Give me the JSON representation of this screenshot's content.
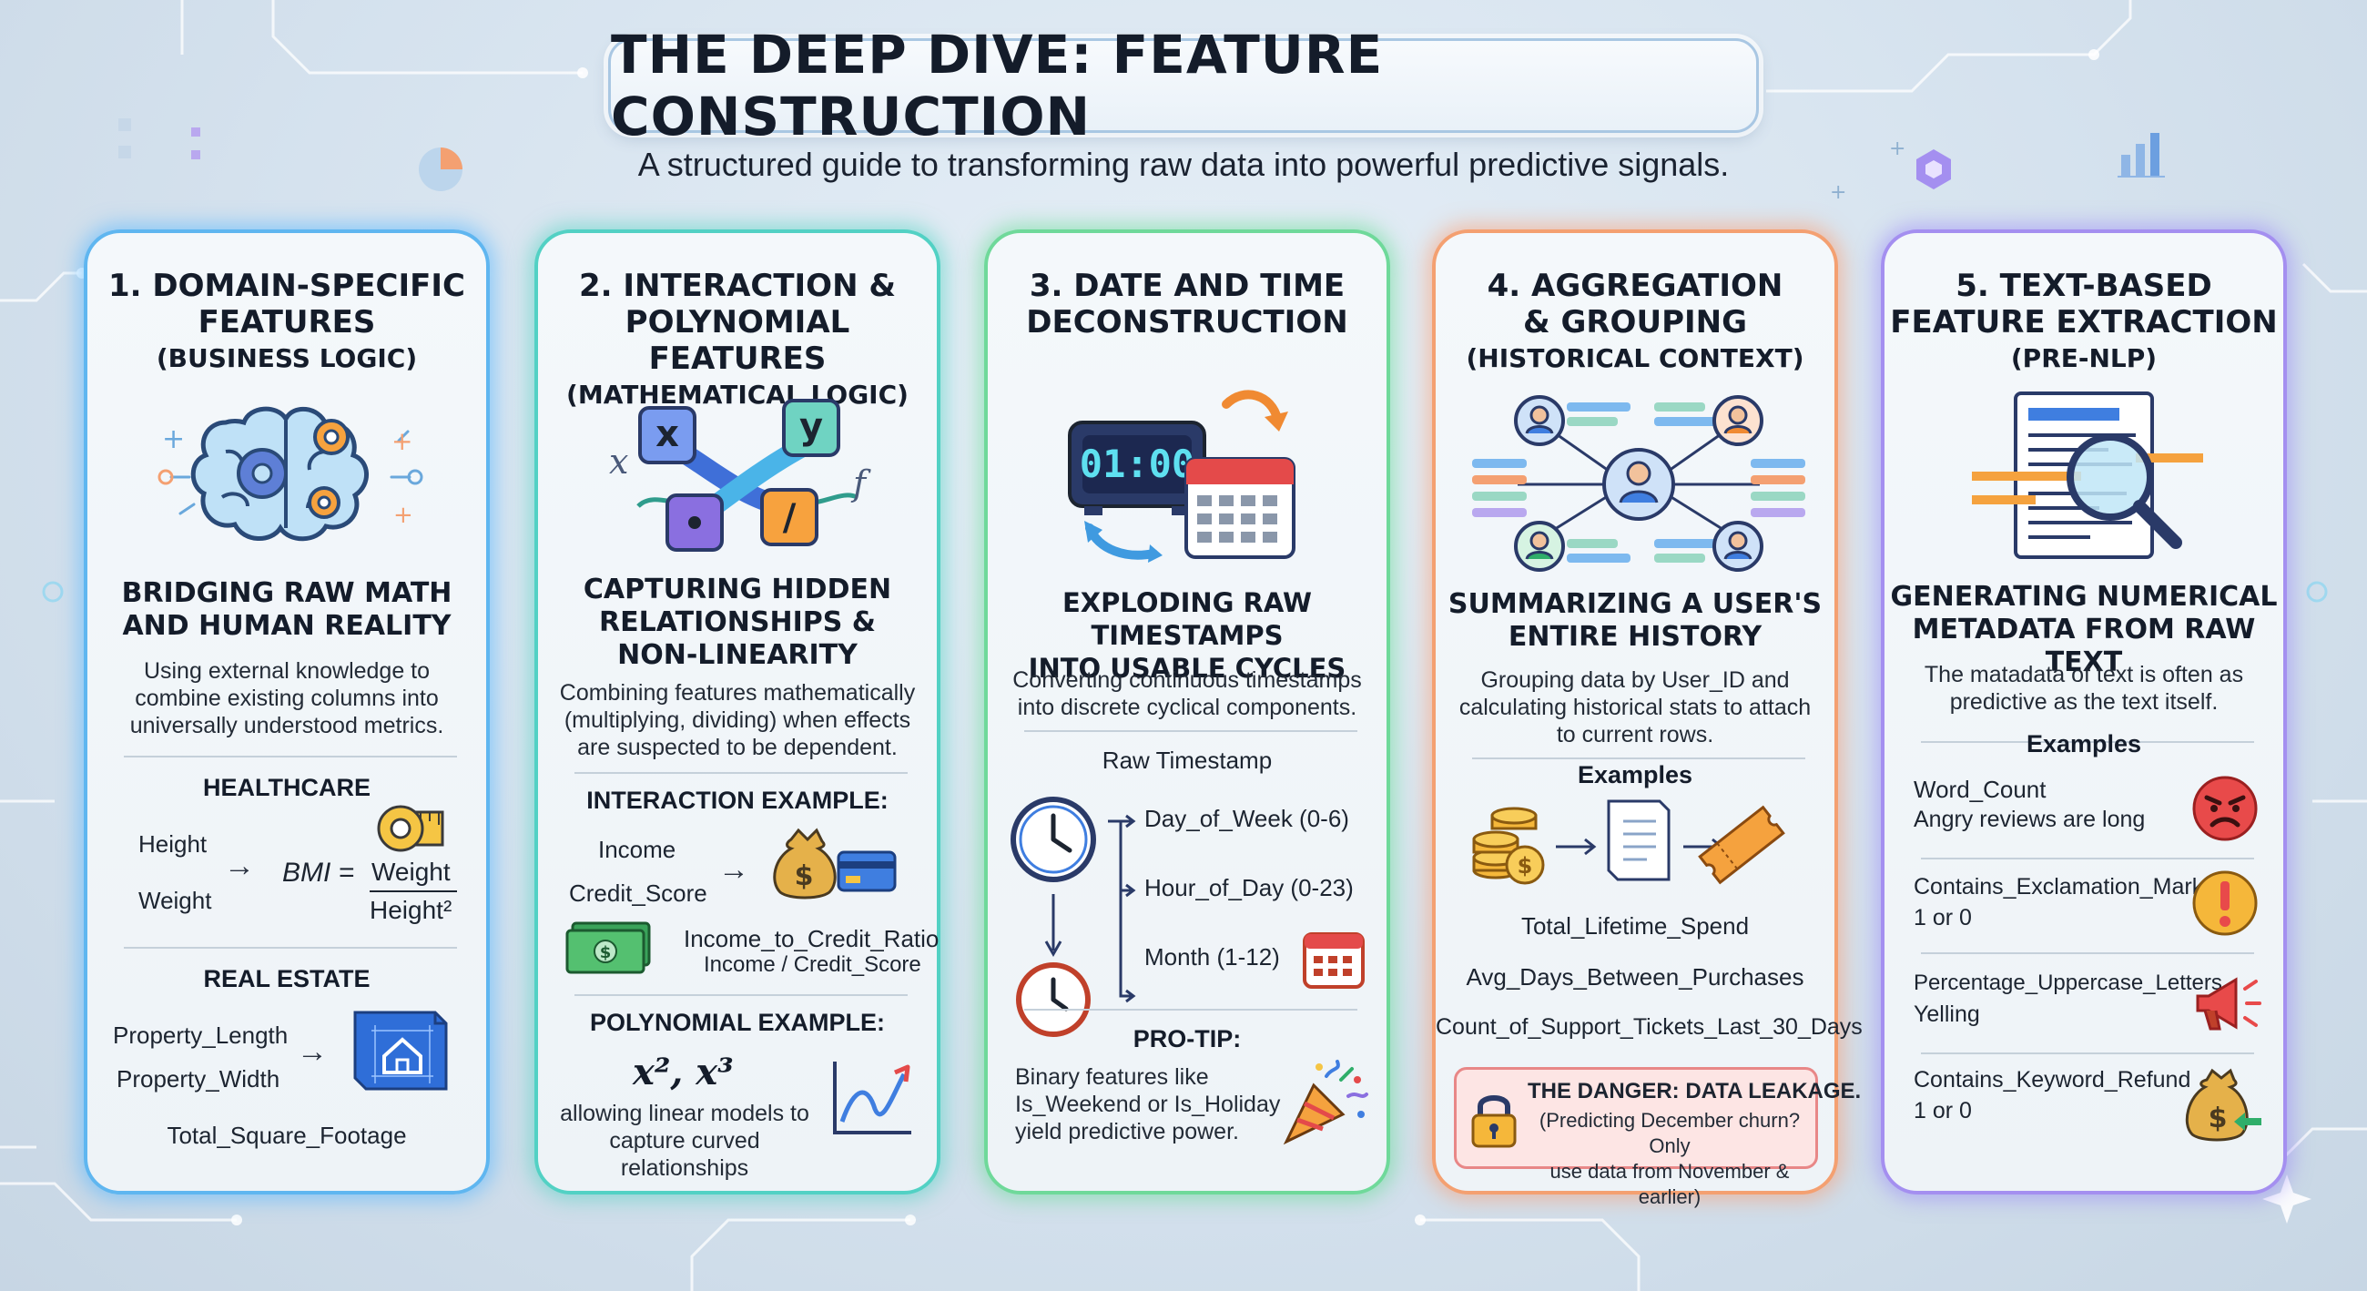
{
  "title": "THE DEEP DIVE: FEATURE CONSTRUCTION",
  "subtitle": "A structured guide to transforming raw data into powerful predictive signals.",
  "colors": {
    "blue": "#5fb6f0",
    "teal": "#52d1c4",
    "green": "#6fd99a",
    "orange": "#f4a071",
    "purple": "#a48ff0"
  },
  "cards": [
    {
      "heading_l1": "1. DOMAIN-SPECIFIC",
      "heading_l2": "FEATURES",
      "heading_sub": "(BUSINESS LOGIC)",
      "icon": "brain-gears-icon",
      "tagline_l1": "BRIDGING RAW MATH",
      "tagline_l2": "AND HUMAN REALITY",
      "desc_l1": "Using external knowledge to",
      "desc_l2": "combine existing columns into",
      "desc_l3": "universally understood metrics.",
      "healthcare": {
        "label": "HEALTHCARE",
        "input1": "Height",
        "input2": "Weight",
        "result": "BMI =",
        "numerator": "Weight",
        "denominator": "Height²",
        "icon": "measuring-tape-icon"
      },
      "real_estate": {
        "label": "REAL ESTATE",
        "input1": "Property_Length",
        "input2": "Property_Width",
        "output": "Total_Square_Footage",
        "icon": "house-blueprint-icon"
      }
    },
    {
      "heading_l1": "2. INTERACTION &",
      "heading_l2": "POLYNOMIAL FEATURES",
      "heading_sub": "(MATHEMATICAL LOGIC)",
      "icon": "math-variables-icon",
      "icon_letters": {
        "x": "x",
        "y": "y",
        "slash": "/",
        "left": "x",
        "right": "f"
      },
      "tagline_l1": "CAPTURING HIDDEN",
      "tagline_l2": "RELATIONSHIPS &",
      "tagline_l3": "NON-LINEARITY",
      "desc_l1": "Combining features mathematically",
      "desc_l2": "(multiplying, dividing) when effects",
      "desc_l3": "are suspected to be dependent.",
      "interaction": {
        "label": "INTERACTION EXAMPLE:",
        "input1": "Income",
        "input2": "Credit_Score",
        "output": "Income_to_Credit_Ratio",
        "formula": "Income / Credit_Score",
        "icon_bag": "money-bag-icon",
        "icon_card": "credit-card-icon",
        "icon_cash": "cash-icon"
      },
      "polynomial": {
        "label": "POLYNOMIAL EXAMPLE:",
        "formula": "x², x³",
        "desc_l1": "allowing linear models to",
        "desc_l2": "capture curved relationships",
        "icon": "curve-chart-icon"
      }
    },
    {
      "heading_l1": "3. DATE AND TIME",
      "heading_l2": "DECONSTRUCTION",
      "icon": "clock-calendar-icon",
      "clock_text": "01:00",
      "tagline_l1": "EXPLODING RAW TIMESTAMPS",
      "tagline_l2": "INTO USABLE CYCLES",
      "desc_l1": "Converting continuous timestamps",
      "desc_l2": "into discrete cyclical components.",
      "raw_label": "Raw Timestamp",
      "outputs": [
        "Day_of_Week (0-6)",
        "Hour_of_Day (0-23)",
        "Month (1-12)"
      ],
      "protip": {
        "label": "PRO-TIP:",
        "l1": "Binary features like",
        "l2": "Is_Weekend or Is_Holiday",
        "l3": "yield predictive power.",
        "icon": "party-popper-icon"
      }
    },
    {
      "heading_l1": "4. AGGREGATION",
      "heading_l2": "& GROUPING",
      "heading_sub": "(HISTORICAL CONTEXT)",
      "icon": "user-network-icon",
      "tagline_l1": "SUMMARIZING A USER'S",
      "tagline_l2": "ENTIRE HISTORY",
      "desc_l1": "Grouping data by User_ID and",
      "desc_l2": "calculating historical stats to attach",
      "desc_l3": "to current rows.",
      "examples_label": "Examples",
      "features": [
        "Total_Lifetime_Spend",
        "Avg_Days_Between_Purchases",
        "Count_of_Support_Tickets_Last_30_Days"
      ],
      "danger": {
        "title": "THE DANGER: DATA LEAKAGE.",
        "l1": "(Predicting December churn? Only",
        "l2": "use data from November & earlier)",
        "icon": "padlock-icon"
      }
    },
    {
      "heading_l1": "5. TEXT-BASED",
      "heading_l2": "FEATURE EXTRACTION",
      "heading_sub": "(PRE-NLP)",
      "icon": "document-magnifier-icon",
      "tagline_l1": "GENERATING NUMERICAL",
      "tagline_l2": "METADATA FROM RAW TEXT",
      "desc_l1": "The matadata of text is often as",
      "desc_l2": "predictive as the text itself.",
      "examples_label": "Examples",
      "items": [
        {
          "name": "Word_Count",
          "note": "Angry reviews are long",
          "icon": "angry-face-icon"
        },
        {
          "name": "Contains_Exclamation_Mark",
          "note": "1 or 0",
          "icon": "exclamation-icon"
        },
        {
          "name": "Percentage_Uppercase_Letters",
          "note": "Yelling",
          "icon": "megaphone-icon"
        },
        {
          "name": "Contains_Keyword_Refund",
          "note": "1 or 0",
          "icon": "money-bag-icon"
        }
      ]
    }
  ]
}
